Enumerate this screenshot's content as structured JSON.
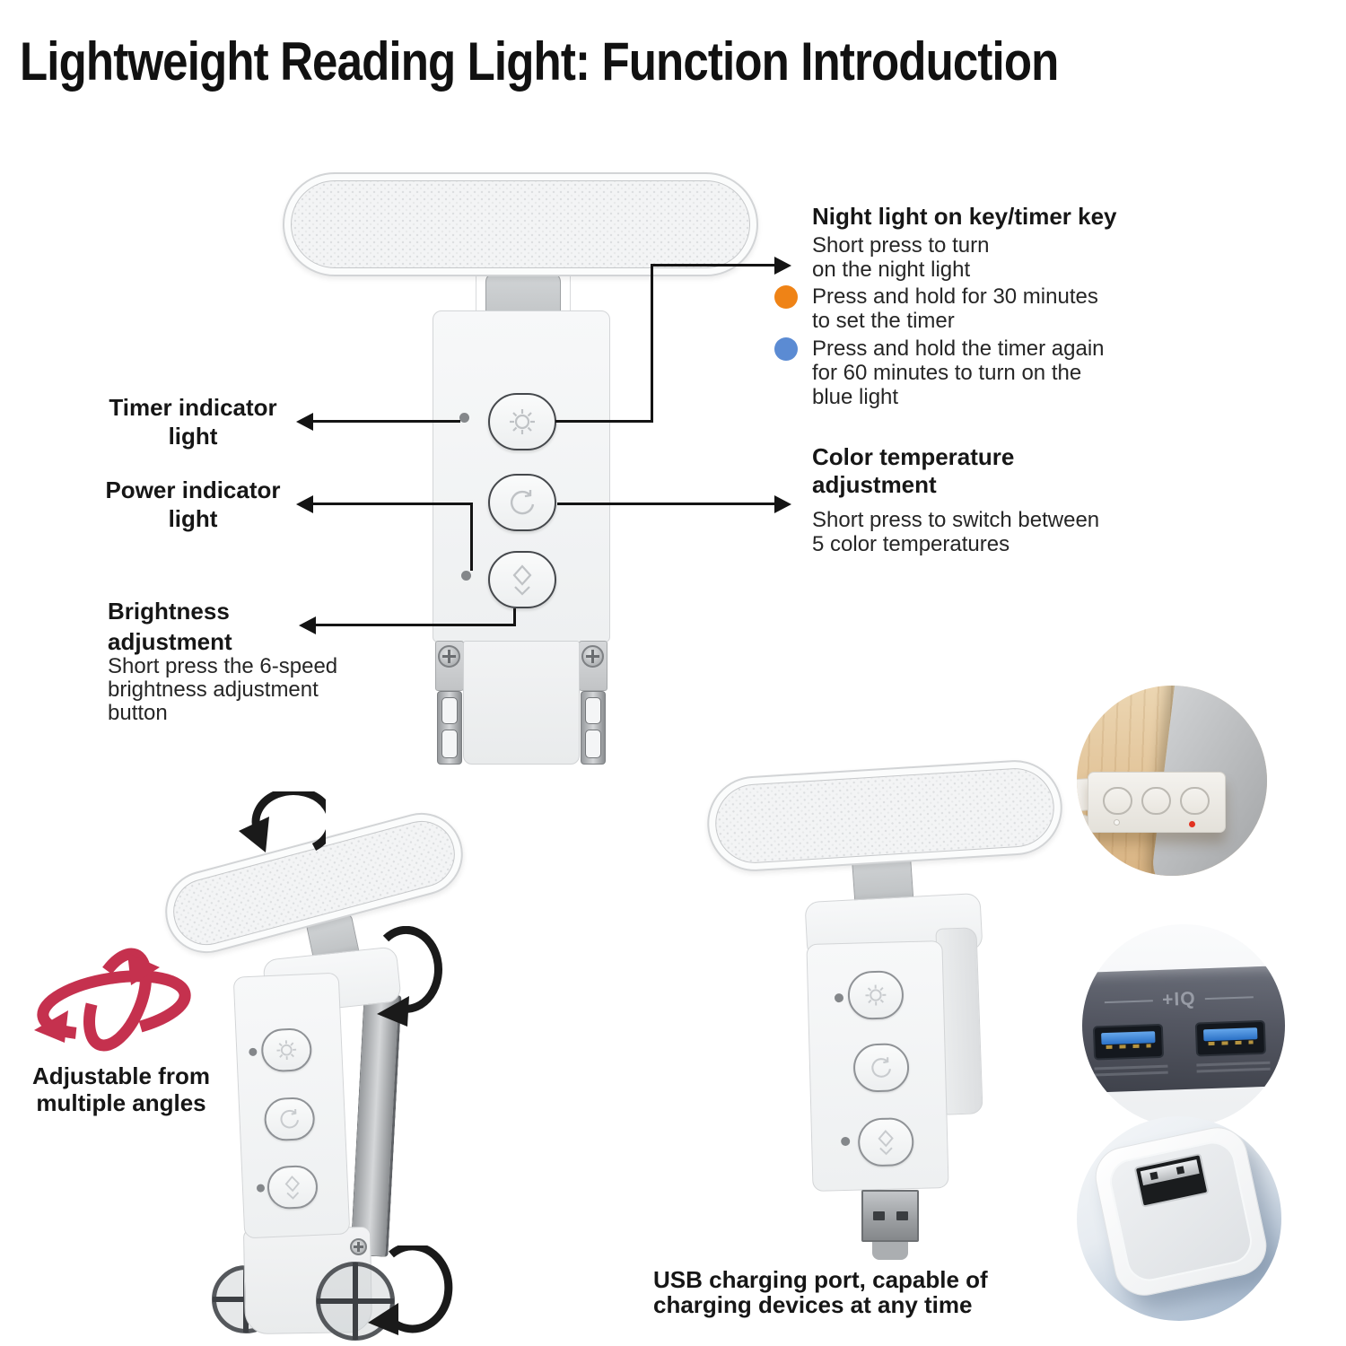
{
  "title": "Lightweight Reading Light: Function Introduction",
  "colors": {
    "accent_orange": "#EF8316",
    "accent_blue": "#5B8BD3",
    "rotation_red": "#C5314E",
    "line_black": "#141414"
  },
  "callouts": {
    "night_light": {
      "heading": "Night light on key/timer key",
      "intro": "Short press to turn\non the night light",
      "orange_bullet": "Press and hold for 30 minutes\nto set the timer",
      "blue_bullet": "Press and hold the timer again\nfor 60 minutes to turn on the\nblue light"
    },
    "color_temperature": {
      "heading": "Color temperature\nadjustment",
      "body": "Short press to switch between\n5 color temperatures"
    },
    "timer_indicator": {
      "label": "Timer indicator\nlight"
    },
    "power_indicator": {
      "label": "Power indicator\nlight"
    },
    "brightness": {
      "heading": "Brightness\nadjustment",
      "body": "Short press the 6-speed\nbrightness adjustment\nbutton"
    },
    "multi_angle": {
      "label": "Adjustable from\nmultiple angles"
    },
    "usb_charging": {
      "label": "USB charging port, capable of\ncharging devices at any time"
    }
  },
  "photos": {
    "power_bank_badge": "+IQ"
  },
  "icons": {
    "night_light_button": "sun-icon",
    "color_temp_button": "cycle-arrow-icon",
    "brightness_button": "diamond-chevron-icon",
    "multi_angle": "crossed-rotation-arrows-icon",
    "rotate_hint": "curved-rotation-arrow-icon"
  }
}
